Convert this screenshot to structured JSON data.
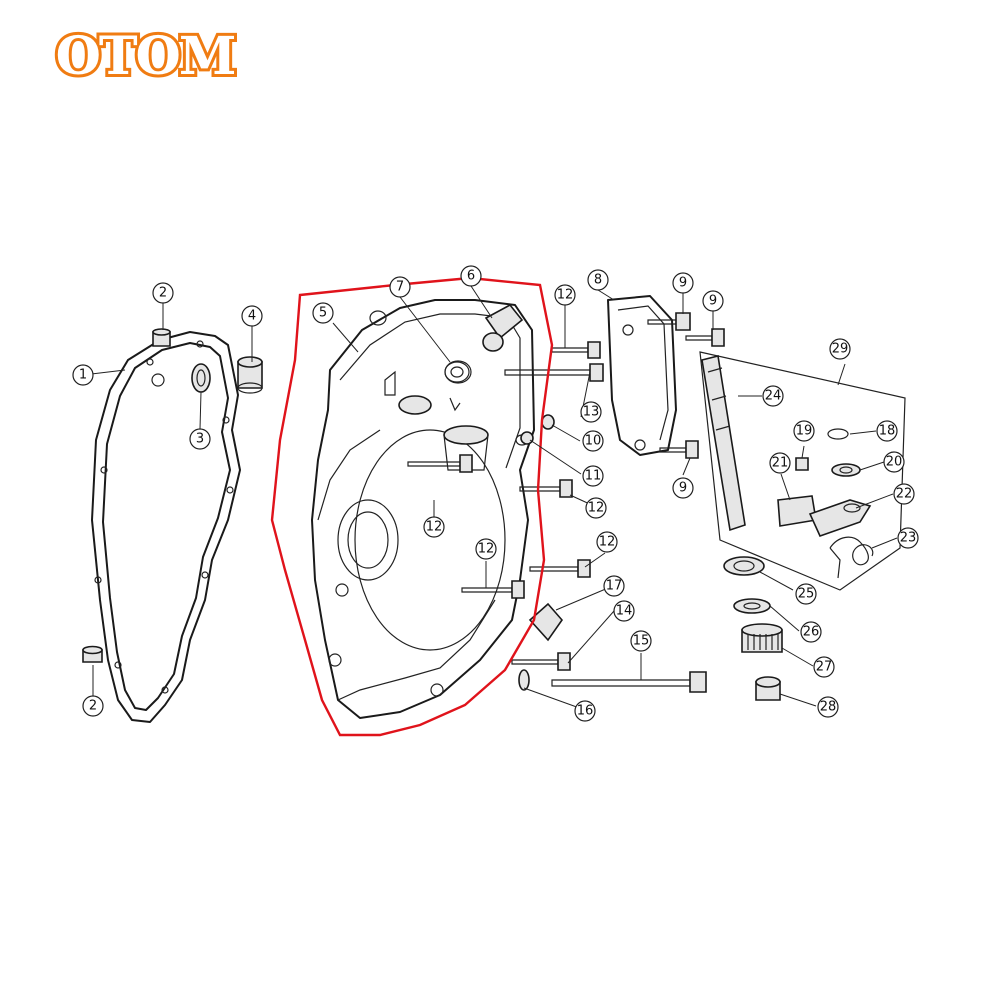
{
  "logo": {
    "text": "OTOM",
    "color": "#f07c12"
  },
  "highlight_color": "#e0131b",
  "callouts": [
    "1",
    "2",
    "2",
    "3",
    "4",
    "5",
    "6",
    "7",
    "8",
    "9",
    "9",
    "9",
    "10",
    "11",
    "12",
    "12",
    "12",
    "12",
    "12",
    "12",
    "13",
    "14",
    "15",
    "16",
    "17",
    "18",
    "19",
    "20",
    "21",
    "22",
    "23",
    "24",
    "25",
    "26",
    "27",
    "28",
    "29"
  ]
}
